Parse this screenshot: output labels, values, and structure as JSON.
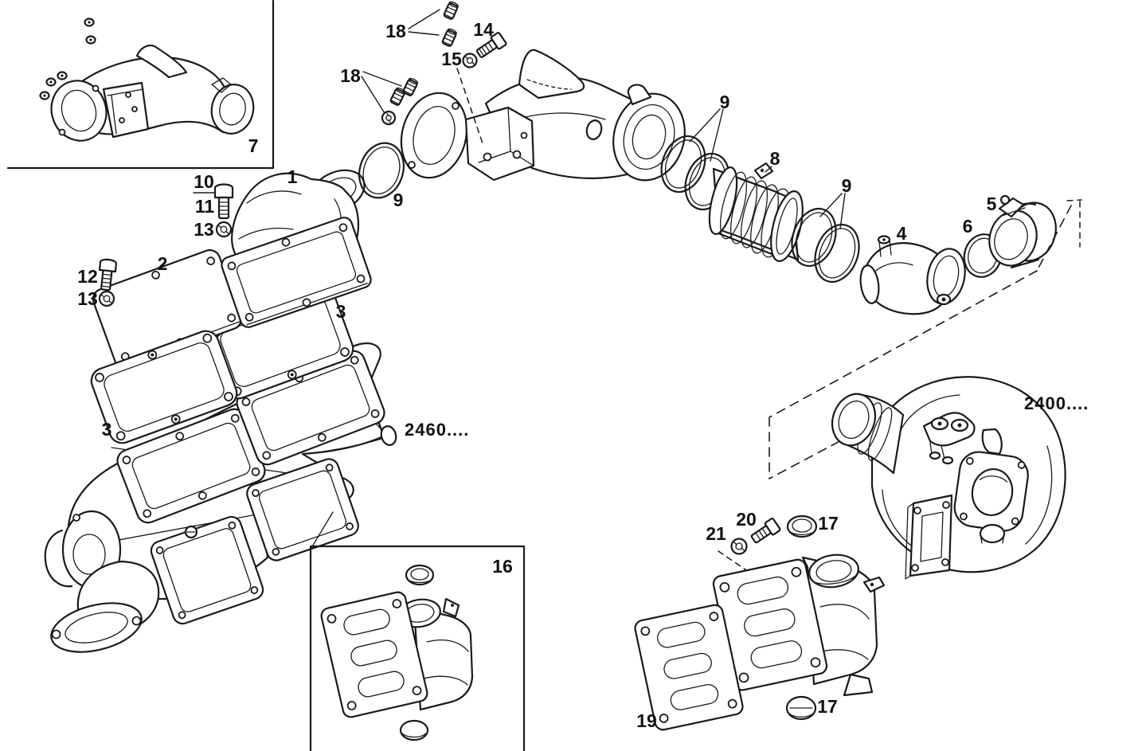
{
  "page": {
    "background": "#ffffff",
    "ink": "#1a1a1a"
  },
  "diagram": {
    "kind": "exploded-parts-line-drawing",
    "subject": "exhaust manifold, connecting pipes and turbocharger",
    "refs": {
      "manifold_group": "2460....",
      "turbocharger_group": "2400...."
    },
    "callouts": [
      {
        "label": "7"
      },
      {
        "label": "18"
      },
      {
        "label": "14"
      },
      {
        "label": "15"
      },
      {
        "label": "18"
      },
      {
        "label": "10"
      },
      {
        "label": "11"
      },
      {
        "label": "13"
      },
      {
        "label": "1"
      },
      {
        "label": "9"
      },
      {
        "label": "12"
      },
      {
        "label": "13"
      },
      {
        "label": "2"
      },
      {
        "label": "3"
      },
      {
        "label": "3"
      },
      {
        "label": "9"
      },
      {
        "label": "8"
      },
      {
        "label": "9"
      },
      {
        "label": "4"
      },
      {
        "label": "6"
      },
      {
        "label": "5"
      },
      {
        "label": "16"
      },
      {
        "label": "20"
      },
      {
        "label": "21"
      },
      {
        "label": "17"
      },
      {
        "label": "19"
      },
      {
        "label": "17"
      }
    ]
  }
}
